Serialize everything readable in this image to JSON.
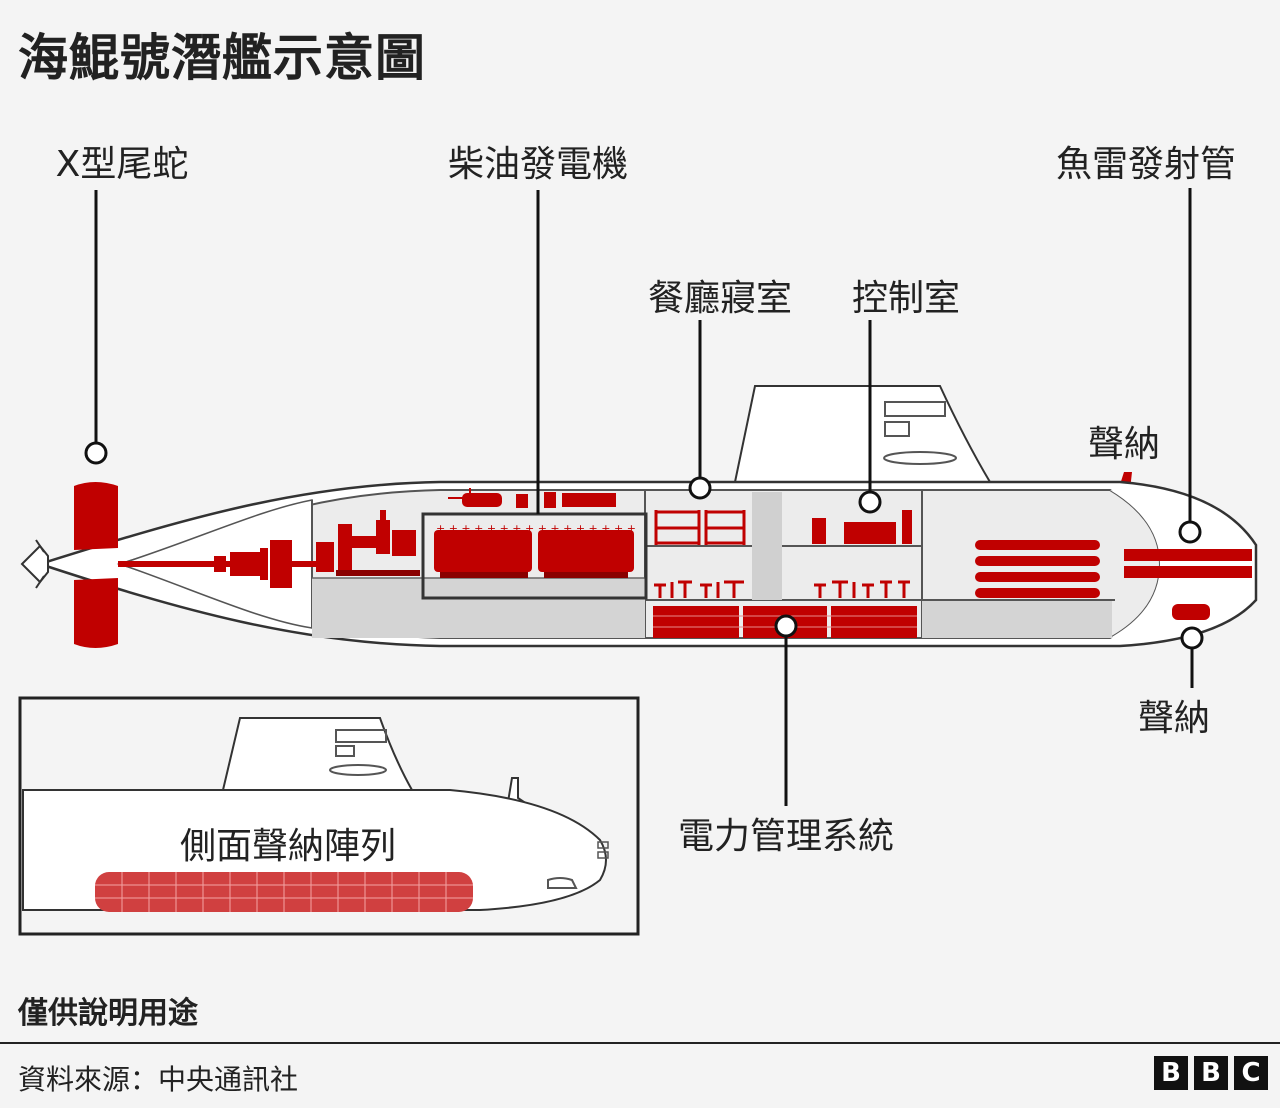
{
  "title": "海鯤號潛艦示意圖",
  "labels": {
    "x_rudder": "X型尾蛇",
    "diesel_generator": "柴油發電機",
    "torpedo_tubes": "魚雷發射管",
    "mess_quarters": "餐廳寢室",
    "control_room": "控制室",
    "sonar_top": "聲納",
    "sonar_bottom": "聲納",
    "power_management": "電力管理系統",
    "side_sonar_array": "側面聲納陣列"
  },
  "note": "僅供說明用途",
  "source": "資料來源：中央通訊社",
  "logo": [
    "B",
    "B",
    "C"
  ],
  "colors": {
    "accent_red": "#c00000",
    "light_red": "#e05050",
    "hull_fill": "#ffffff",
    "interior_fill": "#e8e8e8",
    "outline": "#333333"
  }
}
